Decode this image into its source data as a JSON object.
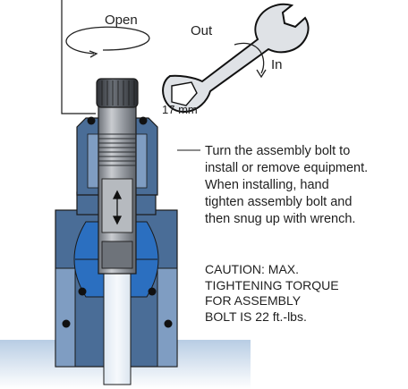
{
  "labels": {
    "open": "Open",
    "out": "Out",
    "in": "In",
    "wrench_size": "17 mm"
  },
  "instructions": {
    "lines": [
      "Turn the assembly bolt to",
      "install or remove equipment.",
      "When installing, hand",
      "tighten assembly bolt and",
      "then snug up with wrench."
    ]
  },
  "caution": {
    "lines": [
      "CAUTION: MAX.",
      "TIGHTENING TORQUE",
      "FOR ASSEMBLY",
      "BOLT IS 22 ft.-lbs."
    ]
  },
  "colors": {
    "body_blue": "#4a6d97",
    "light_blue": "#a9c3de",
    "ball_blue": "#2b6fc0",
    "steel": "#8a8f96",
    "outline": "#1a1a1a"
  },
  "icons": [
    "rotate-arrow-icon",
    "curved-arrow-icon",
    "double-arrow-icon",
    "wrench-icon"
  ]
}
